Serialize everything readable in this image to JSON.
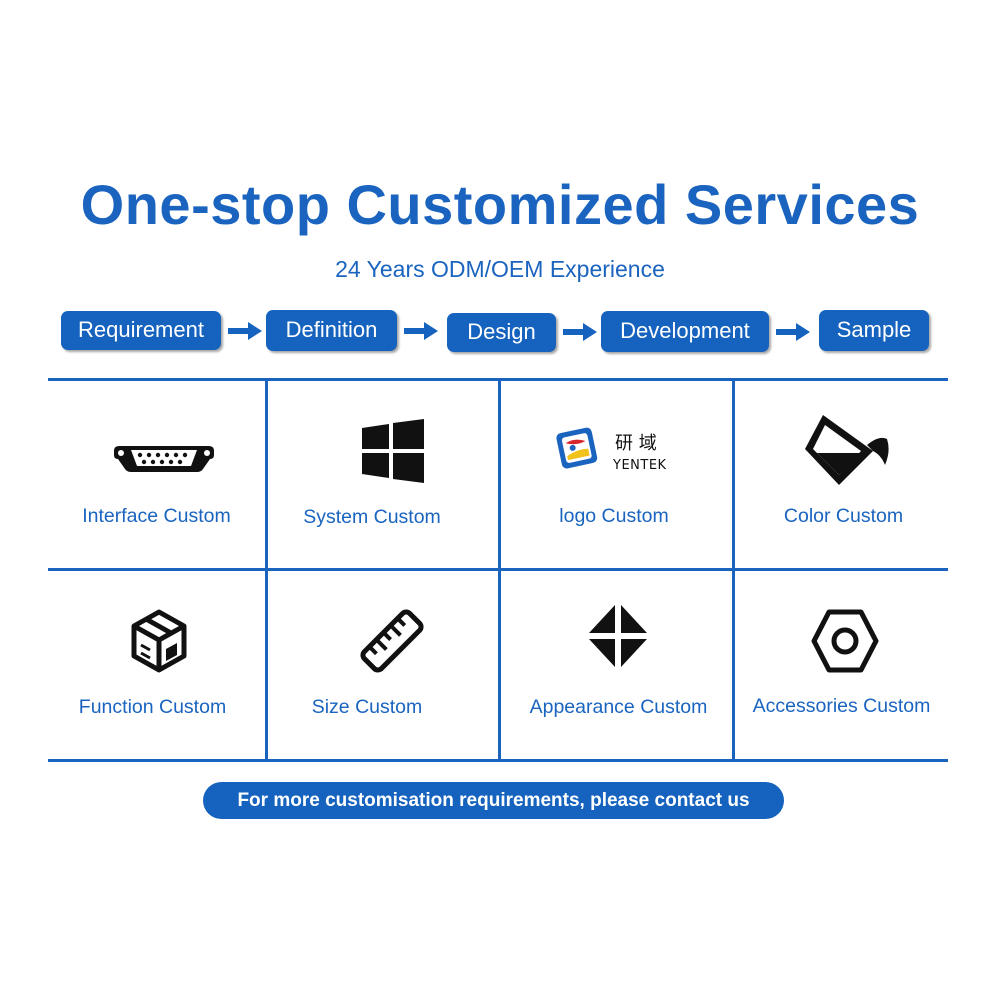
{
  "header": {
    "title": "One-stop Customized Services",
    "subtitle": "24 Years ODM/OEM Experience"
  },
  "process": {
    "steps": [
      "Requirement",
      "Definition",
      "Design",
      "Development",
      "Sample"
    ]
  },
  "services": [
    {
      "label": "Interface Custom",
      "icon": "serial-port-icon"
    },
    {
      "label": "System Custom",
      "icon": "windows-logo-icon"
    },
    {
      "label": "logo Custom",
      "icon": "yentek-logo"
    },
    {
      "label": "Color Custom",
      "icon": "paint-bucket-icon"
    },
    {
      "label": "Function Custom",
      "icon": "cube-box-icon"
    },
    {
      "label": "Size Custom",
      "icon": "ruler-icon"
    },
    {
      "label": "Appearance Custom",
      "icon": "diamond-shape-icon"
    },
    {
      "label": "Accessories Custom",
      "icon": "hex-nut-icon"
    }
  ],
  "logo": {
    "chinese": "研 域",
    "brand": "YENTEK"
  },
  "contact": {
    "label": "For more customisation requirements, please contact us"
  },
  "colors": {
    "brand_blue": "#1a64c0",
    "pill_blue": "#1563be"
  }
}
